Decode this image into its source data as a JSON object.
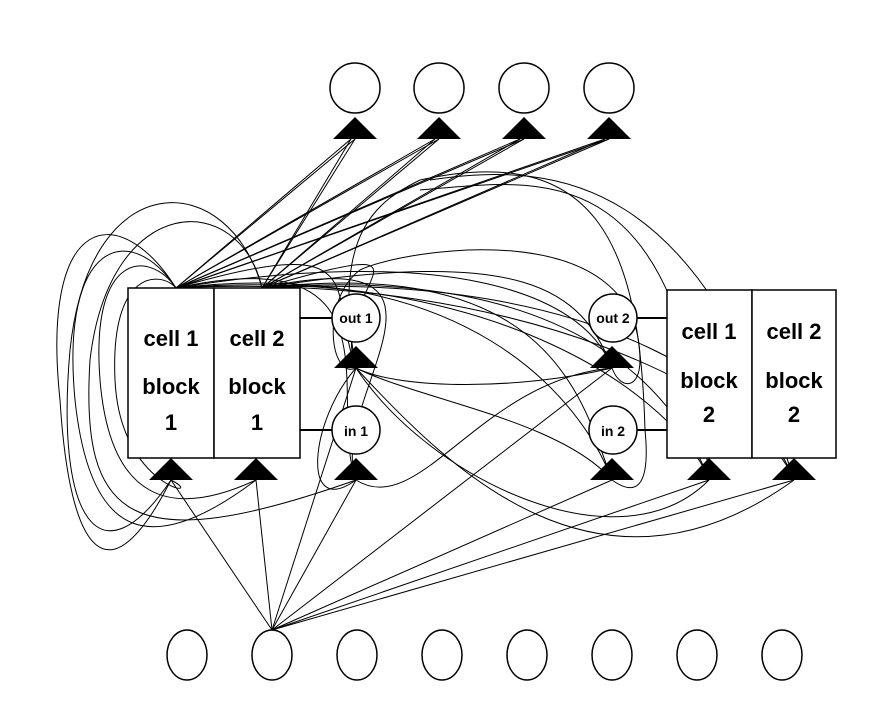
{
  "colors": {
    "stroke": "#000000",
    "fill": "#ffffff",
    "arrow": "#000000"
  },
  "blocks": [
    {
      "id": "block1",
      "cells": [
        {
          "line1": "cell 1",
          "line2": "block",
          "line3": "1"
        },
        {
          "line1": "cell 2",
          "line2": "block",
          "line3": "1"
        }
      ],
      "in_gate": "in 1",
      "out_gate": "out 1"
    },
    {
      "id": "block2",
      "cells": [
        {
          "line1": "cell 1",
          "line2": "block",
          "line3": "2"
        },
        {
          "line1": "cell 2",
          "line2": "block",
          "line3": "2"
        }
      ],
      "in_gate": "in 2",
      "out_gate": "out 2"
    }
  ],
  "output_units": {
    "count": 4,
    "labels": [
      "",
      "",
      "",
      ""
    ]
  },
  "input_units": {
    "count": 8,
    "labels": [
      "",
      "",
      "",
      "",
      "",
      "",
      "",
      ""
    ]
  }
}
